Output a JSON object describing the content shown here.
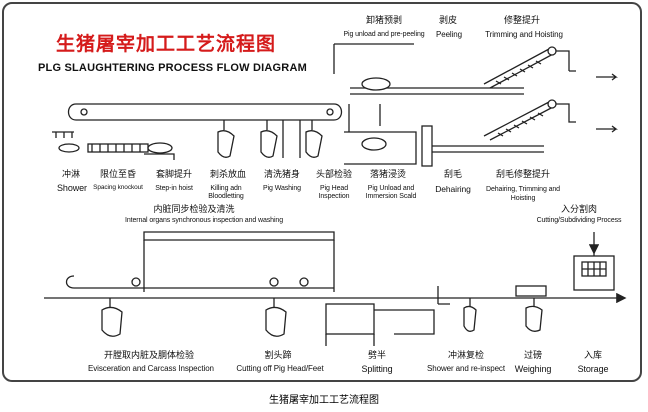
{
  "title_cn": "生猪屠宰加工工艺流程图",
  "title_en": "PLG SLAUGHTERING PROCESS FLOW DIAGRAM",
  "caption": "生猪屠宰加工工艺流程图",
  "top_steps": [
    {
      "cn": "卸猪预剥",
      "en": "Pig unload and pre-peeling"
    },
    {
      "cn": "剥皮",
      "en": "Peeling"
    },
    {
      "cn": "修整提升",
      "en": "Trimming and Hoisting"
    }
  ],
  "middle_steps": [
    {
      "cn": "冲淋",
      "en": "Shower"
    },
    {
      "cn": "限位至昏",
      "en": "Spacing knockout"
    },
    {
      "cn": "套脚提升",
      "en": "Step-in hoist"
    },
    {
      "cn": "刺杀放血",
      "en": "Killing adn Bloodletting"
    },
    {
      "cn": "清洗猪身",
      "en": "Pig Washing"
    },
    {
      "cn": "头部检验",
      "en": "Pig Head Inspection"
    },
    {
      "cn": "落猪浸烫",
      "en": "Pig Unload and Immersion Scald"
    },
    {
      "cn": "刮毛",
      "en": "Dehairing"
    },
    {
      "cn": "刮毛修整提升",
      "en": "Dehairing, Trimming and Hoisting"
    }
  ],
  "inner_organs": {
    "cn": "内脏同步检验及清洗",
    "en": "Internal organs synchronous inspection and washing"
  },
  "cutting": {
    "cn": "入分割肉",
    "en": "Cutting/Subdividing Process"
  },
  "bottom_steps": [
    {
      "cn": "开膛取内脏及胴体检验",
      "en": "Evisceration and Carcass Inspection"
    },
    {
      "cn": "割头蹄",
      "en": "Cutting off Pig Head/Feet"
    },
    {
      "cn": "劈半",
      "en": "Splitting"
    },
    {
      "cn": "冲淋复检",
      "en": "Shower and re-inspect"
    },
    {
      "cn": "过磅",
      "en": "Weighing"
    },
    {
      "cn": "入库",
      "en": "Storage"
    }
  ]
}
